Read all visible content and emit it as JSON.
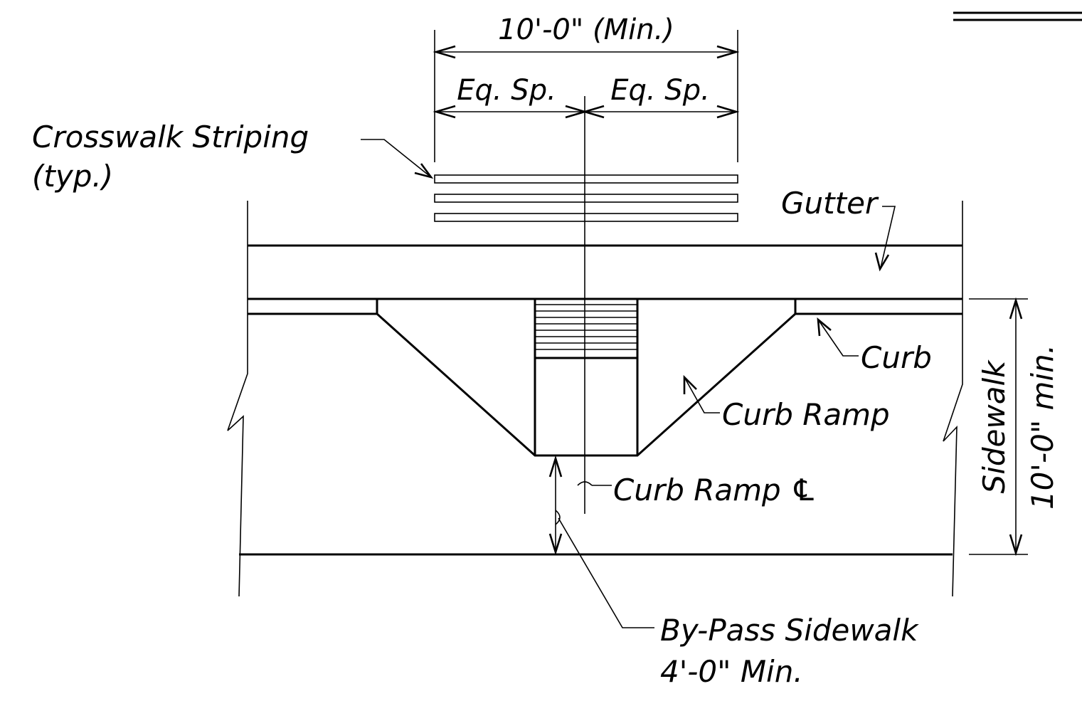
{
  "dimensions": {
    "overall_width": "10'-0\" (Min.)",
    "left_spacing": "Eq. Sp.",
    "right_spacing": "Eq. Sp."
  },
  "labels": {
    "crosswalk_line1": "Crosswalk Striping",
    "crosswalk_line2": "(typ.)",
    "gutter": "Gutter",
    "curb": "Curb",
    "curb_ramp": "Curb Ramp",
    "curb_ramp_cl": "Curb Ramp ℄",
    "sidewalk": "Sidewalk",
    "sidewalk_width": "10'-0\" min.",
    "bypass_line1": "By-Pass Sidewalk",
    "bypass_line2": "4'-0\" Min."
  },
  "colors": {
    "ink": "#000000",
    "paper": "#ffffff"
  }
}
